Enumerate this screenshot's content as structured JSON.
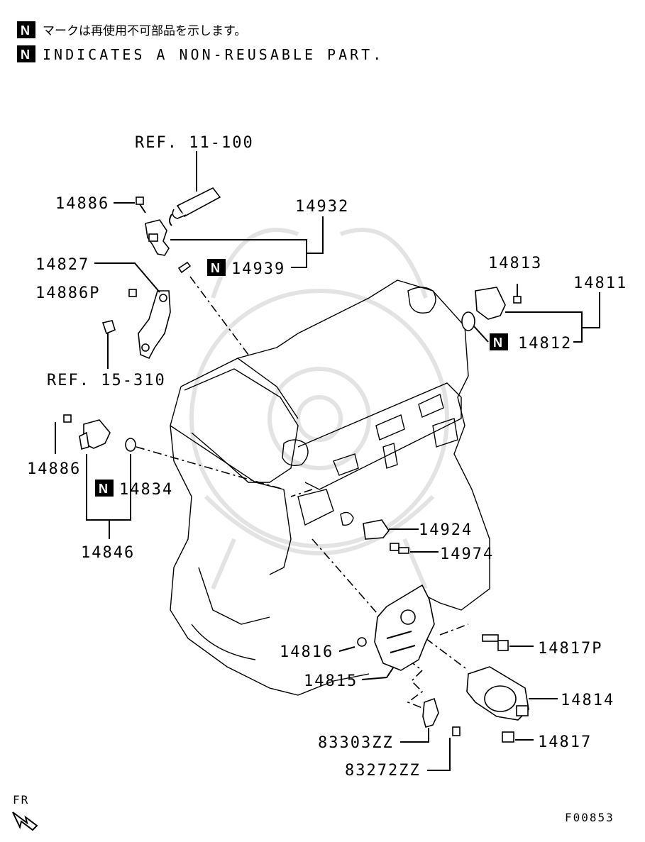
{
  "header": {
    "badge": "N",
    "line1": "マークは再使用不可部品を示します。",
    "line2": "INDICATES A NON-REUSABLE PART."
  },
  "labels": {
    "ref_11_100": "REF. 11-100",
    "p14886_top": "14886",
    "p14932": "14932",
    "p14939": "14939",
    "p14827": "14827",
    "p14886P": "14886P",
    "ref_15_310": "REF. 15-310",
    "p14813": "14813",
    "p14811": "14811",
    "p14812": "14812",
    "p14886_left": "14886",
    "p14834": "14834",
    "p14846": "14846",
    "p14924": "14924",
    "p14974": "14974",
    "p14816": "14816",
    "p14817P": "14817P",
    "p14815": "14815",
    "p14814": "14814",
    "p83303ZZ": "83303ZZ",
    "p14817": "14817",
    "p83272ZZ": "83272ZZ",
    "fr": "FR",
    "figure_code": "F00853"
  },
  "badge_letter": "N"
}
